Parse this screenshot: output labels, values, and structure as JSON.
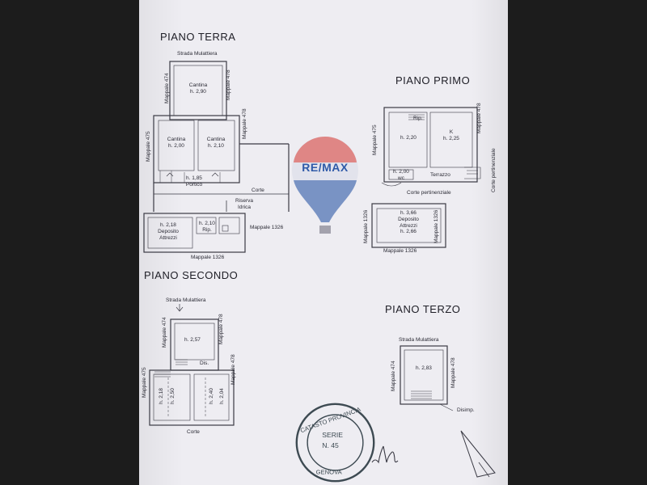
{
  "titles": {
    "ground": "PIANO TERRA",
    "first": "PIANO PRIMO",
    "second": "PIANO SECONDO",
    "third": "PIANO TERZO"
  },
  "ground_floor": {
    "strada": "Strada Mulattiera",
    "mappale_474": "Mappale 474",
    "mappale_478_top": "Mappale 478",
    "mappale_478": "Mappale 478",
    "mappale_475": "Mappale 475",
    "cantina_top": {
      "name": "Cantina",
      "height": "h. 2,90"
    },
    "cantina_left": {
      "name": "Cantina",
      "height": "h. 2,00"
    },
    "cantina_right": {
      "name": "Cantina",
      "height": "h. 2,10"
    },
    "portico": {
      "height": "h. 1,85",
      "name": "Portico"
    },
    "corte": "Corte",
    "riserva": "Riserva",
    "idrica": "Idrica",
    "deposito": {
      "height": "h. 2,18",
      "name": "Deposito",
      "name2": "Attrezzi"
    },
    "rip": {
      "height": "h. 2,10",
      "name": "Rip."
    },
    "mappale_1326_right": "Mappale 1326",
    "mappale_1326_bottom": "Mappale 1326"
  },
  "first_floor": {
    "mappale_475": "Mappale 475",
    "mappale_478": "Mappale 478",
    "rip": "Rip.",
    "room_left_height": "h. 2,20",
    "k_label": "K",
    "k_height": "h. 2,25",
    "wc_height": "h. 2,00",
    "wc": "wc",
    "terrazzo": "Terrazzo",
    "corte_pertinenziale": "Corte pertinenziale",
    "corte_pertinenziale_side": "Corte pertinenziale",
    "deposito": {
      "h1": "h. 3,66",
      "name": "Deposito",
      "name2": "Attrezzi",
      "h2": "h. 2,66"
    },
    "mappale_1326_left": "Mappale 1326",
    "mappale_1326_right": "Mappale 1326",
    "mappale_1326_bottom": "Mappale 1326"
  },
  "second_floor": {
    "strada": "Strada Mulattiera",
    "mappale_474": "Mappale 474",
    "mappale_478_top": "Mappale 478",
    "mappale_478": "Mappale 478",
    "mappale_475": "Mappale 475",
    "room_top_height": "h. 2,57",
    "dis": "Dis.",
    "h_218": "h. 2,18",
    "h_250": "h. 2,50",
    "h_240": "h. 2,40",
    "h_204": "h. 2,04",
    "corte": "Corte"
  },
  "third_floor": {
    "strada": "Strada Mulattiera",
    "mappale_474": "Mappale 474",
    "mappale_478": "Mappale 478",
    "room_height": "h. 2,83",
    "disimp": "Disimp."
  },
  "watermark": {
    "text": "RE/MAX",
    "colors": {
      "red": "#d9453f",
      "blue": "#2f5aa8"
    }
  },
  "stamp": {
    "ring_text": "CATASTO PROVINCIA DI GENOVA",
    "inner_lines": [
      "SERIE",
      "N. 45",
      "GENOVA"
    ],
    "color": "#3d4a52"
  }
}
